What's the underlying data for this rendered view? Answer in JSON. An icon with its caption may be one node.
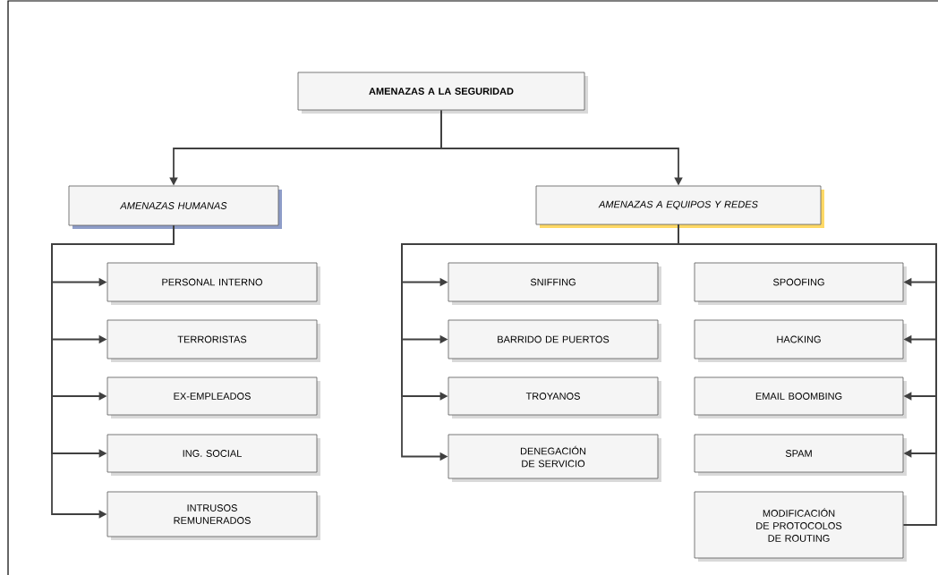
{
  "diagram": {
    "nodes": [
      {
        "text": [
          "AMENAZAS A LA SEGURIDAD"
        ]
      },
      {
        "text": [
          "AMENAZAS HUMANAS"
        ]
      },
      {
        "text": [
          "AMENAZAS A EQUIPOS Y REDES"
        ]
      },
      {
        "text": [
          "PERSONAL INTERNO"
        ]
      },
      {
        "text": [
          "TERRORISTAS"
        ]
      },
      {
        "text": [
          "EX-EMPLEADOS"
        ]
      },
      {
        "text": [
          "ING. SOCIAL"
        ]
      },
      {
        "text": [
          "INTRUSOS REMUNERADOS"
        ]
      },
      {
        "text": [
          "SNIFFING"
        ]
      },
      {
        "text": [
          "BARRIDO DE PUERTOS"
        ]
      },
      {
        "text": [
          "TROYANOS"
        ]
      },
      {
        "text": [
          "DENEGACIÓN DE SERVICIO"
        ]
      },
      {
        "text": [
          "SPOOFING"
        ]
      },
      {
        "text": [
          "HACKING"
        ]
      },
      {
        "text": [
          "EMAIL BOOMBING"
        ]
      },
      {
        "text": [
          "SPAM"
        ]
      },
      {
        "text": [
          "MODIFICACIÓN DE PROTOCOLOS DE ROUTING"
        ]
      }
    ],
    "edges": [
      {
        "from": 0,
        "to": 1,
        "arrow": "to"
      },
      {
        "from": 0,
        "to": 2,
        "arrow": "to"
      },
      {
        "from": 1,
        "to": 3,
        "arrow": "to"
      },
      {
        "from": 1,
        "to": 4,
        "arrow": "to"
      },
      {
        "from": 1,
        "to": 5,
        "arrow": "to"
      },
      {
        "from": 1,
        "to": 6,
        "arrow": "to"
      },
      {
        "from": 1,
        "to": 7,
        "arrow": "to"
      },
      {
        "from": 2,
        "to": 8,
        "arrow": "to"
      },
      {
        "from": 2,
        "to": 9,
        "arrow": "to"
      },
      {
        "from": 2,
        "to": 10,
        "arrow": "to"
      },
      {
        "from": 2,
        "to": 11,
        "arrow": "to"
      },
      {
        "from": 2,
        "to": 12,
        "arrow": "to"
      },
      {
        "from": 2,
        "to": 13,
        "arrow": "to"
      },
      {
        "from": 2,
        "to": 14,
        "arrow": "to"
      },
      {
        "from": 2,
        "to": 15,
        "arrow": "to"
      },
      {
        "from": 2,
        "to": 16,
        "arrow": "none"
      }
    ]
  }
}
